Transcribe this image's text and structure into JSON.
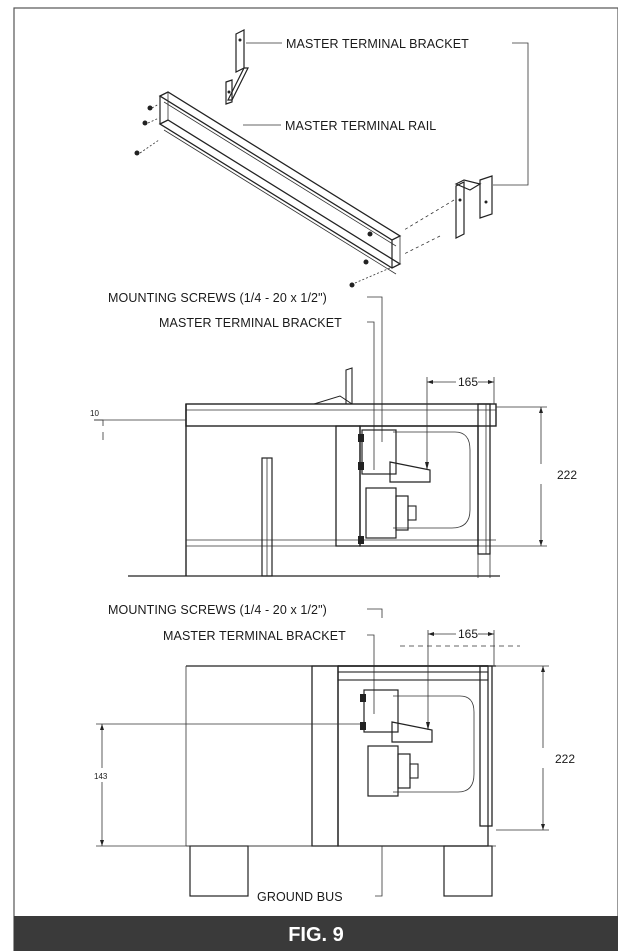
{
  "figure": {
    "caption": "FIG. 9"
  },
  "exploded_view": {
    "bracket_label": "MASTER TERMINAL BRACKET",
    "rail_label": "MASTER TERMINAL RAIL"
  },
  "side_view_top": {
    "screws_label": "MOUNTING SCREWS (1/4 - 20 x 1/2\")",
    "bracket_label": "MASTER TERMINAL BRACKET",
    "dim_width": "165",
    "dim_height": "222",
    "dim_offset": "10"
  },
  "side_view_bottom": {
    "screws_label": "MOUNTING SCREWS (1/4 - 20 x 1/2\")",
    "bracket_label": "MASTER TERMINAL BRACKET",
    "dim_width": "165",
    "dim_height": "222",
    "dim_left": "143",
    "ground_bus_label": "GROUND BUS"
  },
  "colors": {
    "caption_bar": "#3a3a3a",
    "line": "#222222",
    "frame": "#555555"
  }
}
